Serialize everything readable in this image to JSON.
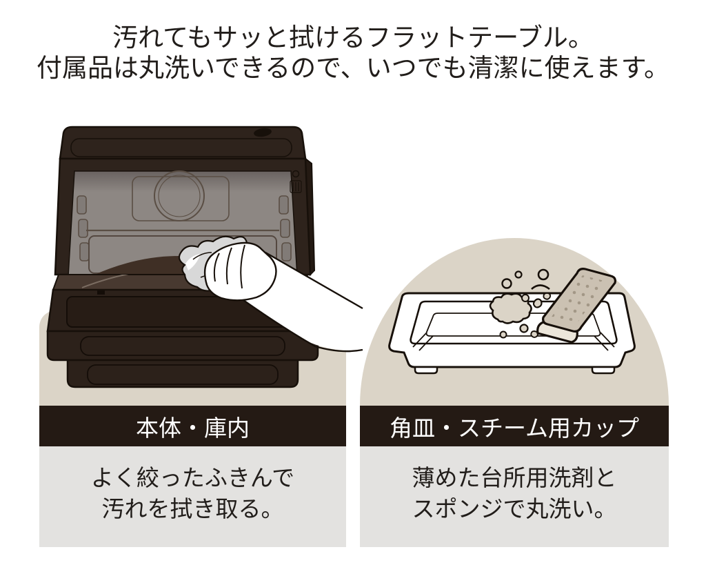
{
  "heading": {
    "line1": "汚れてもサッと拭けるフラットテーブル。",
    "line2": "付属品は丸洗いできるので、いつでも清潔に使えます。"
  },
  "panels": [
    {
      "id": "body-interior",
      "label": "本体・庫内",
      "desc": [
        "よく絞ったふきんで",
        "汚れを拭き取る。"
      ],
      "illustration": "hand wiping open oven interior with cloth"
    },
    {
      "id": "tray-steam-cup",
      "label": "角皿・スチーム用カップ",
      "desc": [
        "薄めた台所用洗剤と",
        "スポンジで丸洗い。"
      ],
      "illustration": "baking tray washed with sponge and bubbles"
    }
  ],
  "colors": {
    "background": "#ffffff",
    "panel_beige": "#dbd4c7",
    "panel_gray": "#e3e2e0",
    "label_bar": "#241a14",
    "label_text": "#ffffff",
    "body_text": "#211d1a",
    "outline": "#17100a",
    "oven_body": "#2e231c",
    "oven_cavity": "#8d8783",
    "oven_floor": "#3f2f25",
    "cloth": "#d8d8d8",
    "sponge_top": "#cbc1b2",
    "sponge_side": "#ece6da"
  }
}
